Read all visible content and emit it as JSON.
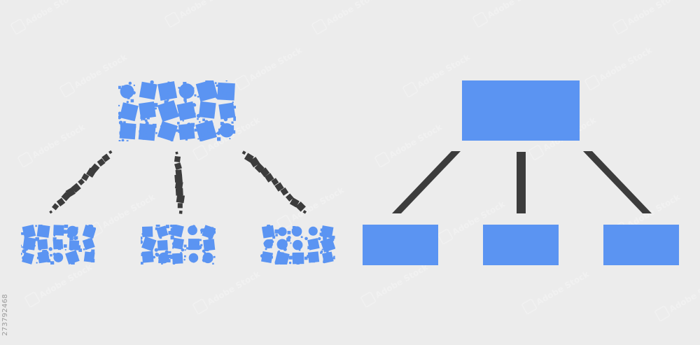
{
  "colors": {
    "background": "#ececec",
    "node_fill": "#5b94f2",
    "connector": "#3c3c3c",
    "watermark": "#ffffff",
    "id_text": "#9a9a9a"
  },
  "watermark": {
    "text": "Adobe Stock",
    "logo": "adobe-stock-logo"
  },
  "stock_id": "273792468",
  "icons": [
    {
      "name": "mosaic-hierarchy-icon",
      "style": "mosaic of small squares and circles",
      "levels": 2,
      "child_nodes": 3
    },
    {
      "name": "flat-hierarchy-icon",
      "style": "flat solid",
      "levels": 2,
      "child_nodes": 3
    }
  ]
}
